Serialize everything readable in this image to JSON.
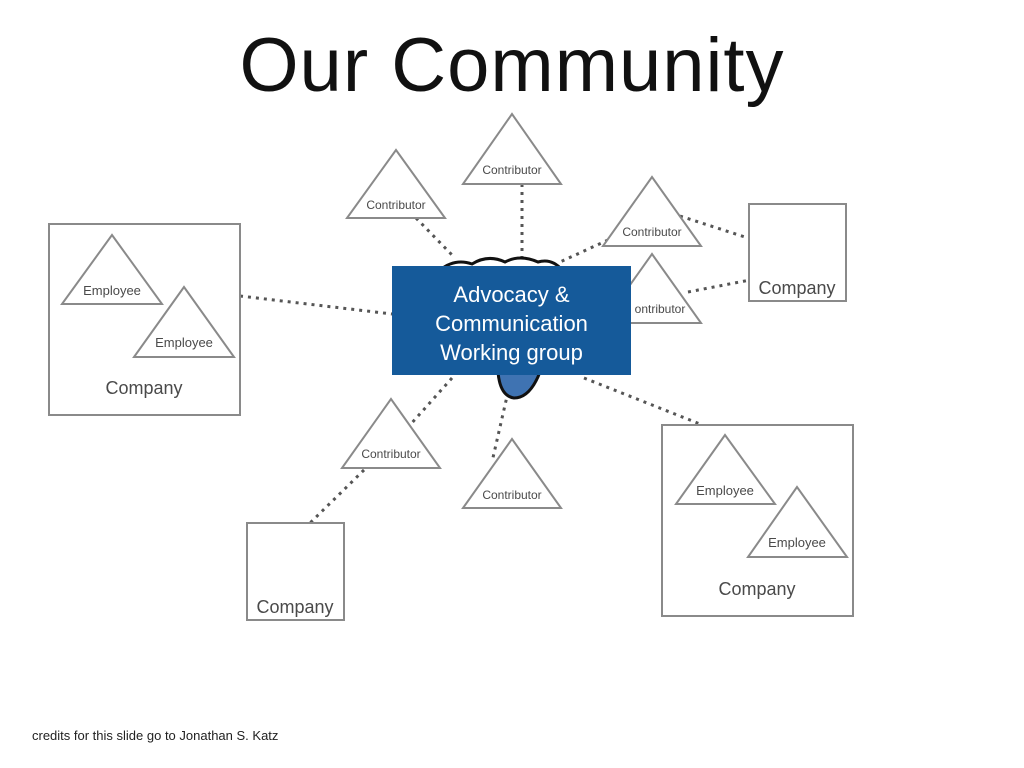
{
  "slide": {
    "title": "Our Community",
    "credits": "credits for this slide go to Jonathan S. Katz"
  },
  "diagram": {
    "center": {
      "lines": [
        "Advocacy &",
        "Communication",
        "Working group"
      ],
      "color": "#155a9a"
    },
    "contributor_label": "Contributor",
    "employee_label": "Employee",
    "company_label": "Company",
    "partial_contributor_label": "ontributor"
  }
}
